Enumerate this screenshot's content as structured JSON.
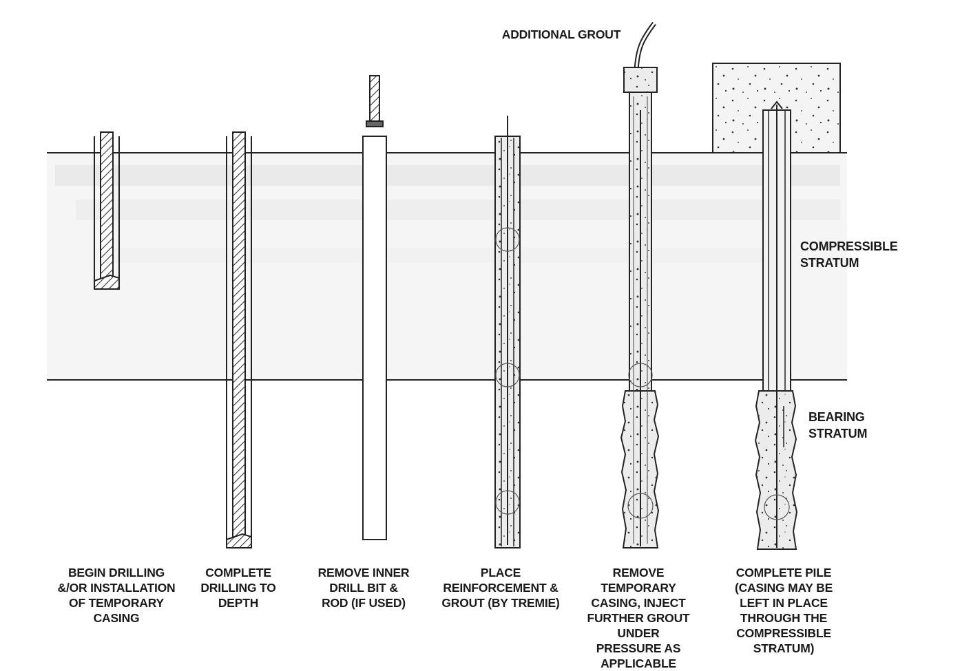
{
  "annotations": {
    "additional_grout": "ADDITIONAL GROUT",
    "compressible_stratum": "COMPRESSIBLE\nSTRATUM",
    "bearing_stratum": "BEARING\nSTRATUM"
  },
  "steps": [
    {
      "caption": "BEGIN DRILLING\n&/OR INSTALLATION\nOF TEMPORARY\nCASING"
    },
    {
      "caption": "COMPLETE\nDRILLING TO\nDEPTH"
    },
    {
      "caption": "REMOVE INNER\nDRILL BIT &\nROD (IF USED)"
    },
    {
      "caption": "PLACE\nREINFORCEMENT &\nGROUT (BY TREMIE)"
    },
    {
      "caption": "REMOVE\nTEMPORARY\nCASING, INJECT\nFURTHER GROUT\nUNDER\nPRESSURE AS\nAPPLICABLE"
    },
    {
      "caption": "COMPLETE PILE\n(CASING MAY BE\nLEFT IN PLACE\nTHROUGH THE\nCOMPRESSIBLE\nSTRATUM)"
    }
  ],
  "colors": {
    "line": "#222222",
    "ground_band": "#ececec",
    "grout": "#e4e4e4",
    "background": "#ffffff"
  },
  "icons": [
    "hatched-casing-icon",
    "drill-rod-icon",
    "tremie-pipe-icon",
    "grout-cap-icon",
    "pile-cap-icon"
  ]
}
